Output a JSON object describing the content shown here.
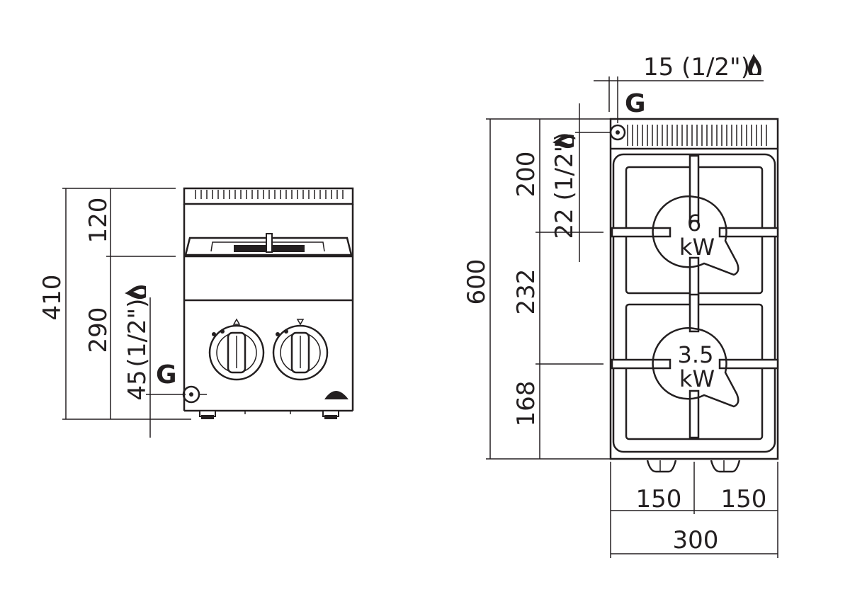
{
  "colors": {
    "ink": "#231f20",
    "background": "#ffffff"
  },
  "front_view": {
    "dim_total_height": "410",
    "dim_top_section": "120",
    "dim_lower_section": "290",
    "dim_gas_inlet_height": "45",
    "gas_thread_label": "(1/2\")",
    "gas_connection_label": "G",
    "gas_icon": "gas-flame-icon"
  },
  "top_view": {
    "dim_depth": "600",
    "dim_to_first_burner": "200",
    "dim_between_burners": "232",
    "dim_to_front": "168",
    "dim_gas_inlet_depth": "22 (1/2\")",
    "dim_gas_inlet_side": "15 (1/2\")",
    "gas_connection_label": "G",
    "gas_icon": "gas-flame-icon",
    "dim_half_left": "150",
    "dim_half_right": "150",
    "dim_width": "300",
    "burner_rear": {
      "power": "6",
      "unit": "kW"
    },
    "burner_front": {
      "power": "3.5",
      "unit": "kW"
    }
  }
}
